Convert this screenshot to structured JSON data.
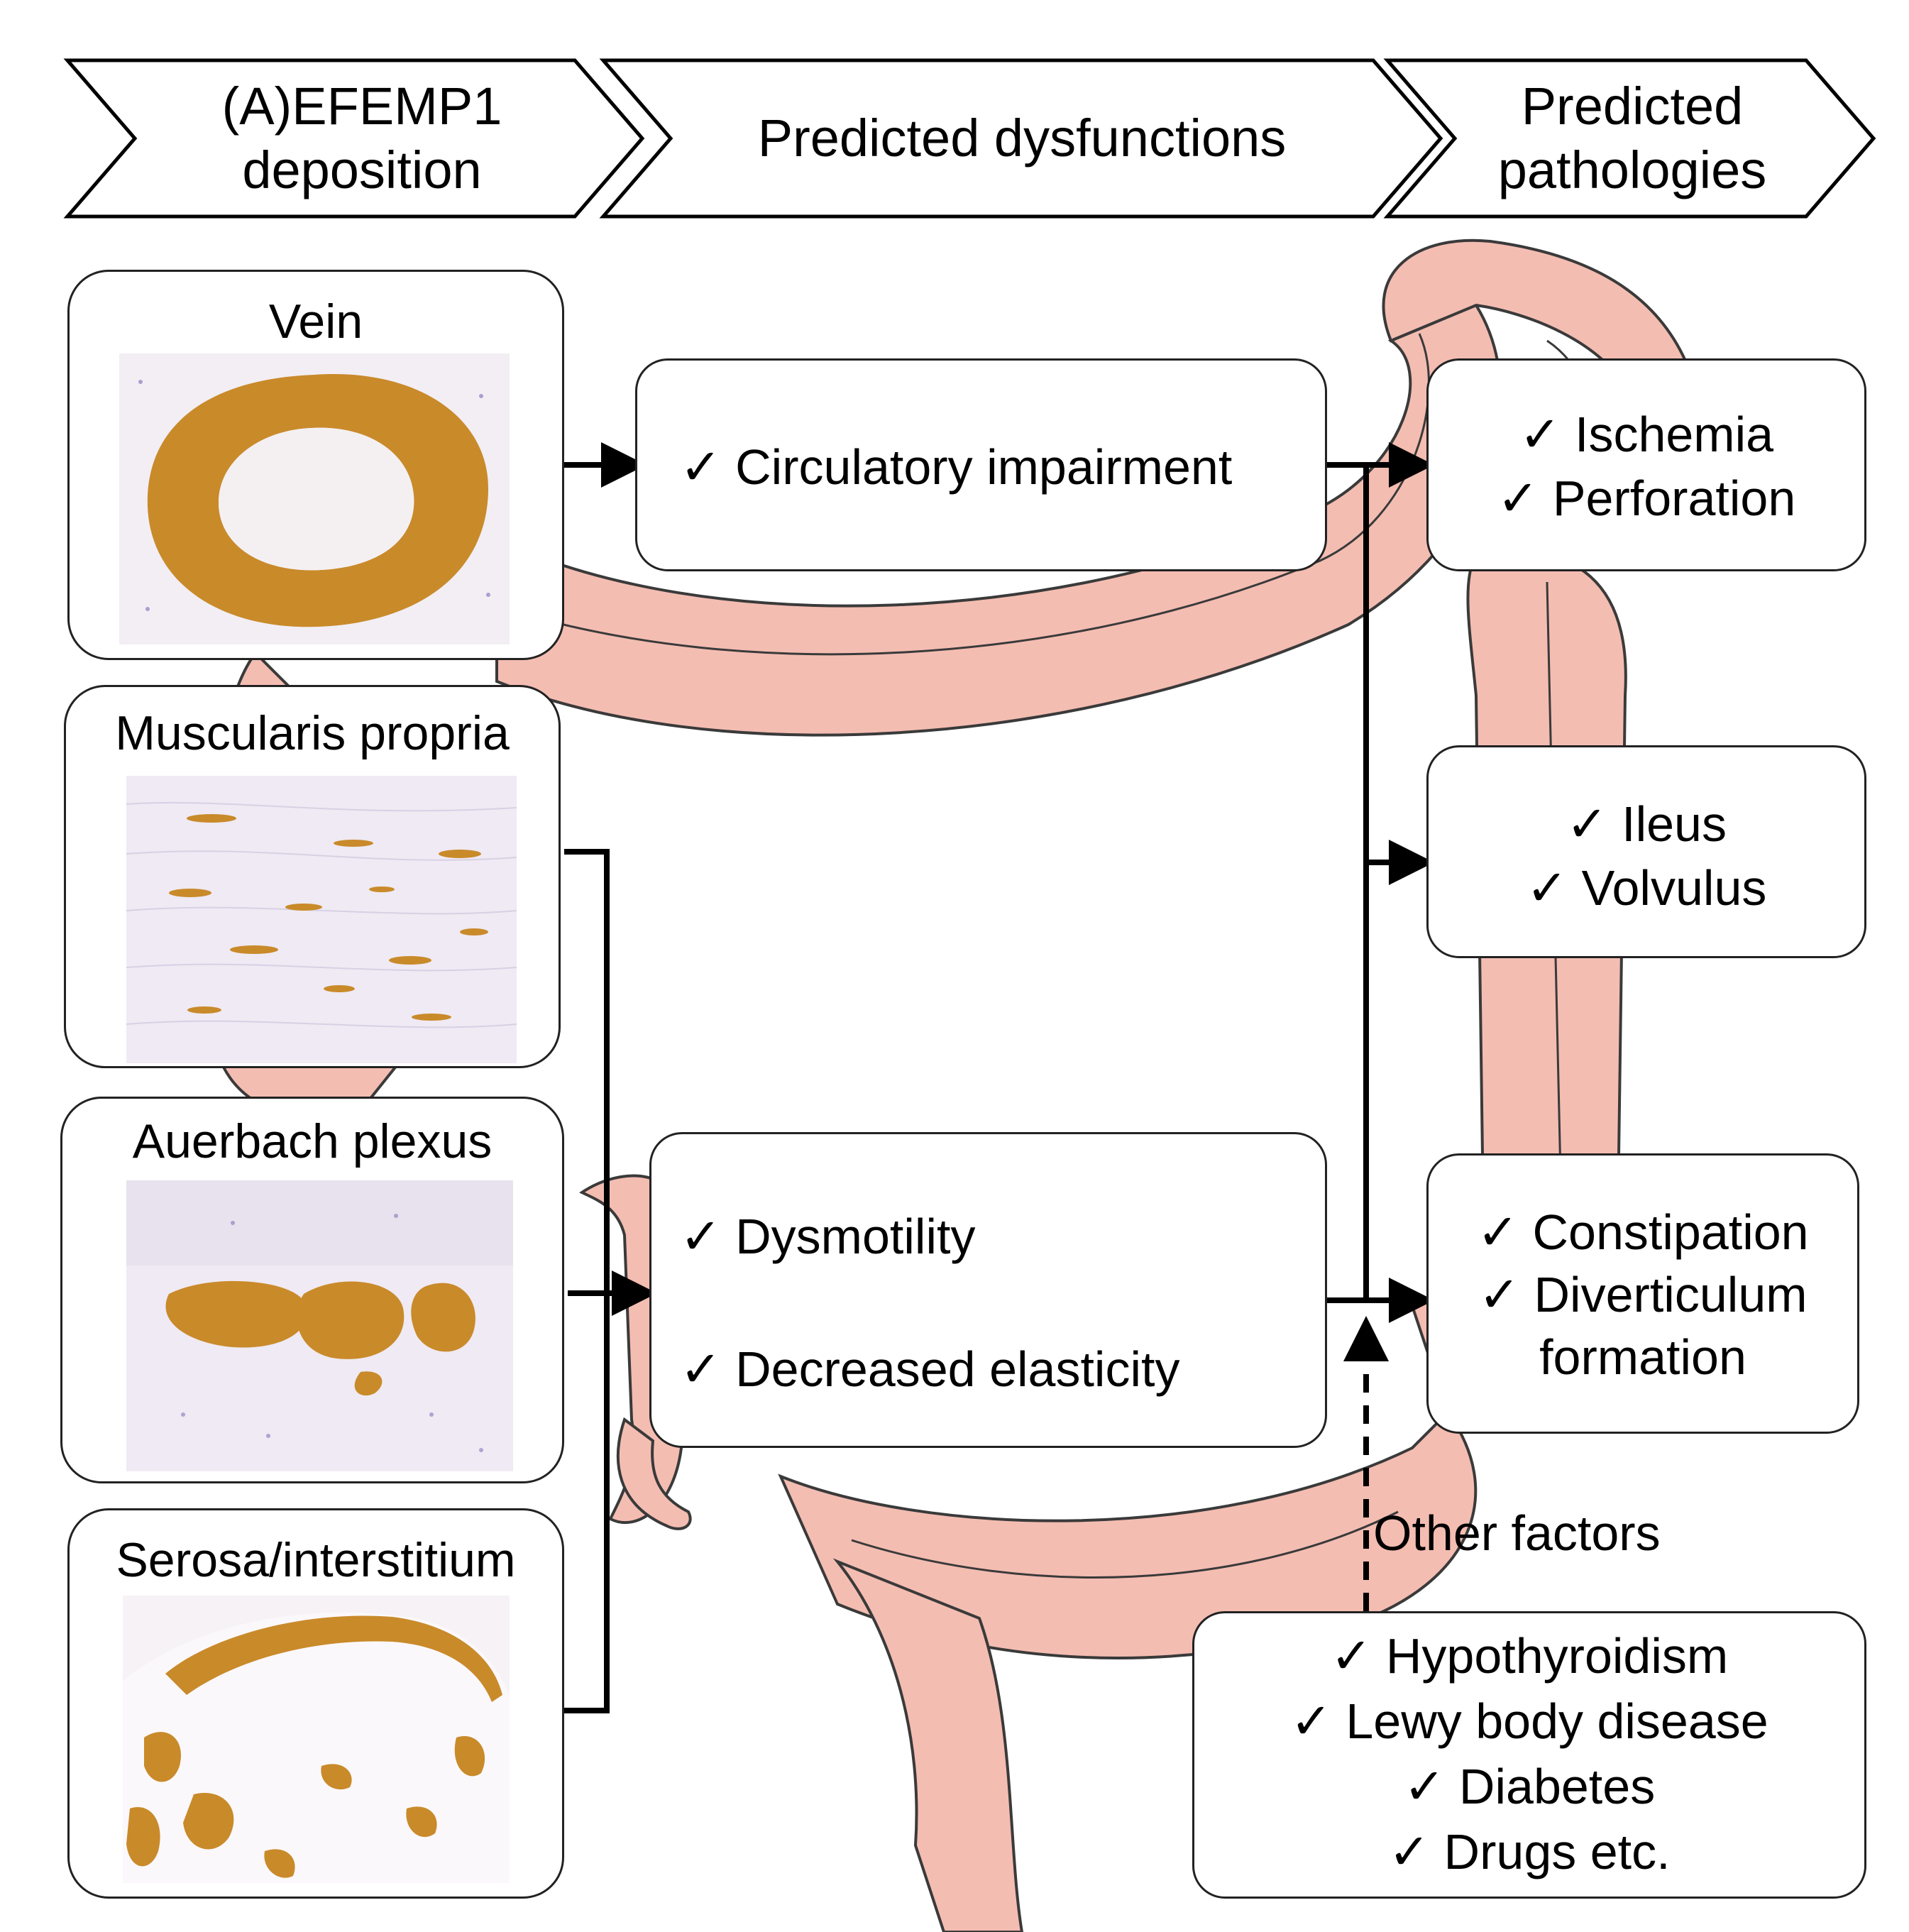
{
  "header": {
    "step1": [
      "(A)EFEMP1",
      "deposition"
    ],
    "step2": [
      "Predicted dysfunctions"
    ],
    "step3": [
      "Predicted",
      "pathologies"
    ]
  },
  "panels": [
    {
      "title": "Vein"
    },
    {
      "title": "Muscularis propria"
    },
    {
      "title": "Auerbach plexus"
    },
    {
      "title": "Serosa/interstitium"
    }
  ],
  "dysfunctions": {
    "circulatory": [
      "✓ Circulatory impairment"
    ],
    "motility": [
      "✓ Dysmotility",
      "✓ Decreased elasticity"
    ]
  },
  "pathologies": {
    "ischemia": [
      "✓ Ischemia",
      "✓ Perforation"
    ],
    "ileus": [
      "✓ Ileus",
      "✓ Volvulus"
    ],
    "constipation": [
      "✓ Constipation",
      "✓ Diverticulum",
      "formation"
    ]
  },
  "other_factors": {
    "label": "Other factors",
    "items": [
      "✓ Hypothyroidism",
      "✓ Lewy body disease",
      "✓ Diabetes",
      "✓ Drugs etc."
    ]
  },
  "colors": {
    "colon": "#f4bdb2",
    "colon_outline": "#3a3a3a",
    "stain": "#c98a2a",
    "tissue": "#f2eef4",
    "nuclei": "#7a6ab8"
  }
}
